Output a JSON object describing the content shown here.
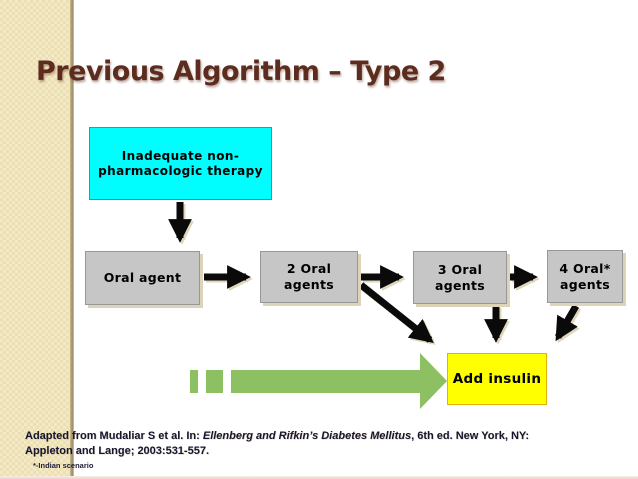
{
  "title": "Previous Algorithm – Type 2",
  "nodes": {
    "nonpharm": {
      "line1": "Inadequate non-",
      "line2": "pharmacologic therapy"
    },
    "oral1": {
      "label": "Oral agent"
    },
    "oral2": {
      "line1": "2 Oral",
      "line2": "agents"
    },
    "oral3": {
      "line1": "3 Oral",
      "line2": "agents"
    },
    "oral4": {
      "line1": "4 Oral*",
      "line2": "agents"
    },
    "insulin": {
      "label": "Add insulin"
    }
  },
  "edges": [
    {
      "from": "nonpharm",
      "to": "oral1"
    },
    {
      "from": "oral1",
      "to": "oral2"
    },
    {
      "from": "oral2",
      "to": "oral3"
    },
    {
      "from": "oral3",
      "to": "oral4"
    },
    {
      "from": "oral2",
      "to": "insulin"
    },
    {
      "from": "oral3",
      "to": "insulin"
    },
    {
      "from": "oral4",
      "to": "insulin"
    },
    {
      "from": "progression-arrow",
      "to": "insulin"
    }
  ],
  "footer": {
    "citation_prefix": "Adapted from Mudaliar S et al. In: ",
    "citation_italic": "Ellenberg and Rifkin’s Diabetes Mellitus",
    "citation_suffix": ", 6th ed. New York, NY:",
    "citation_line2": "Appleton and Lange; 2003:531-557.",
    "footnote": "*-Indian scenario"
  },
  "colors": {
    "title_text": "#5C2D1E",
    "node_nonpharm_fill": "#00FEFE",
    "node_oral_fill": "#C6C6C6",
    "node_insulin_fill": "#FFFF00",
    "progression_arrow_green": "#8CC063",
    "flow_arrow_black": "#0A0A0A",
    "sidebar_beige": "#ECDFB2"
  }
}
